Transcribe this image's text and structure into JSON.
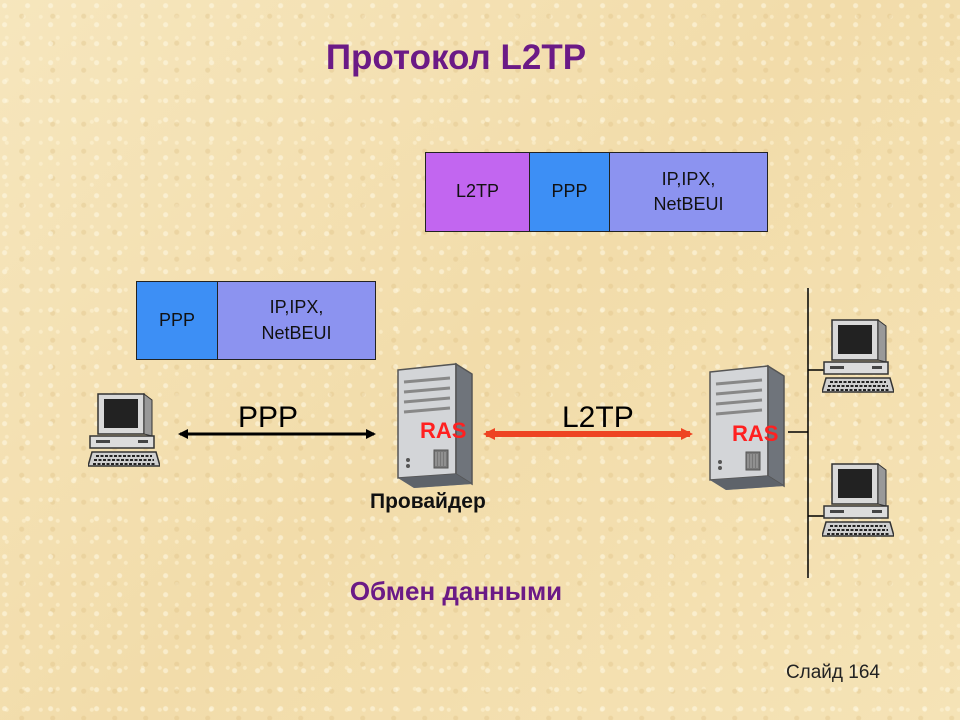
{
  "title": "Протокол L2TP",
  "top_packet": {
    "cells": [
      "L2TP",
      "PPP",
      "IP,IPX,\nNetBEUI"
    ]
  },
  "left_packet": {
    "cells": [
      "PPP",
      "IP,IPX,\nNetBEUI"
    ]
  },
  "links": {
    "ppp_label": "PPP",
    "l2tp_label": "L2TP"
  },
  "servers": {
    "left_label": "RAS",
    "right_label": "RAS"
  },
  "provider_label": "Провайдер",
  "subtitle": "Обмен данными",
  "slide_number": "Слайд 164",
  "colors": {
    "title": "#6b1a86",
    "l2tp_cell": "#c266f0",
    "ppp_cell": "#3d8ff5",
    "ip_cell": "#8c93f0",
    "l2tp_arrow": "#ee4422",
    "ras_text": "#ff2020"
  }
}
